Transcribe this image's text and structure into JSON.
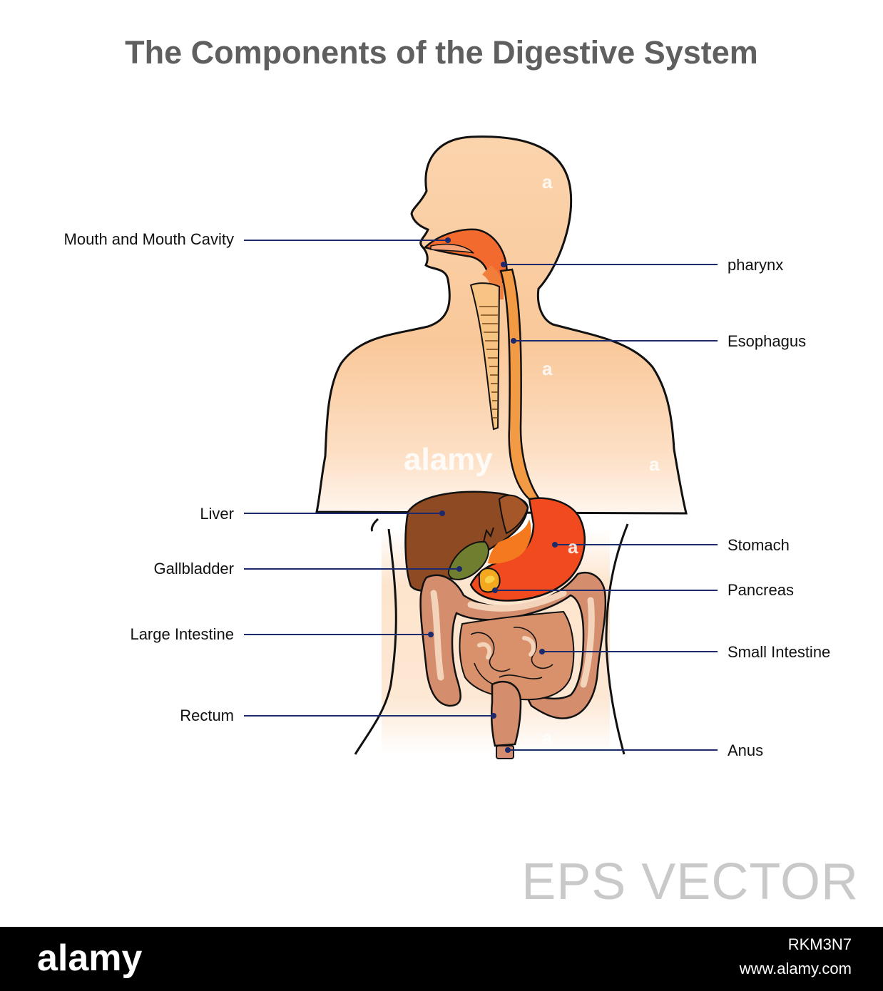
{
  "title": "The Components of the Digestive System",
  "labels": {
    "mouth": "Mouth and Mouth Cavity",
    "pharynx": "pharynx",
    "esophagus": "Esophagus",
    "liver": "Liver",
    "stomach": "Stomach",
    "gallbladder": "Gallbladder",
    "pancreas": "Pancreas",
    "large_intestine": "Large Intestine",
    "small_intestine": "Small Intestine",
    "rectum": "Rectum",
    "anus": "Anus"
  },
  "watermark": {
    "big": "alamy",
    "small": "a"
  },
  "badge": "EPS VECTOR",
  "footer": {
    "brand": "alamy",
    "image_id": "RKM3N7",
    "site": "www.alamy.com"
  },
  "colors": {
    "skin": "#f9c89a",
    "leader": "#1c2a6b",
    "liver": "#8e4a22",
    "stomach": "#f04a1e",
    "intestine": "#d48d6d",
    "gallbladder": "#6f7f2f",
    "pancreas": "#f3a81f"
  }
}
